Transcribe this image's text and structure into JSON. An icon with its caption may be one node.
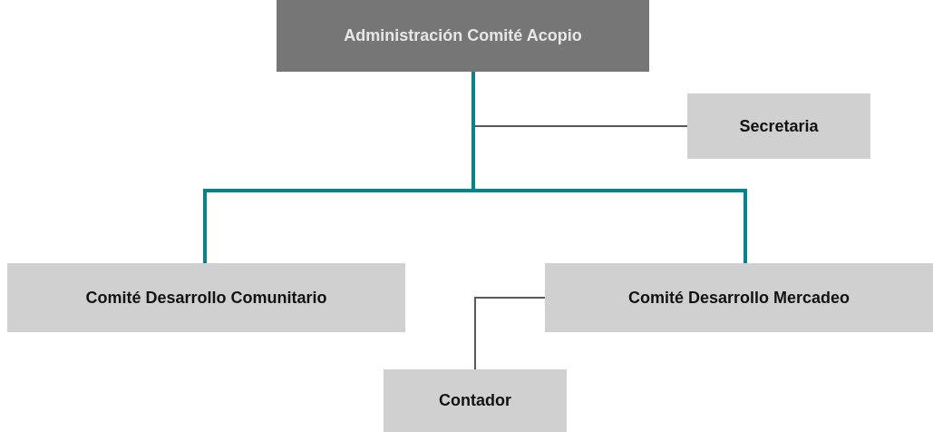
{
  "diagram": {
    "nodes": [
      {
        "text": [
          "Administración Comité Acopio"
        ]
      },
      {
        "text": [
          "Secretaria"
        ]
      },
      {
        "text": [
          "Comité Desarrollo Comunitario"
        ]
      },
      {
        "text": [
          "Comité Desarrollo Mercadeo"
        ]
      },
      {
        "text": [
          "Contador"
        ]
      }
    ],
    "edges": [
      {
        "from": 0,
        "to": 1,
        "arrow": "none",
        "color": "#595959"
      },
      {
        "from": 0,
        "to": 2,
        "arrow": "none",
        "style": "thick",
        "color": "#00868b"
      },
      {
        "from": 0,
        "to": 3,
        "arrow": "none",
        "style": "thick",
        "color": "#00868b"
      },
      {
        "from": 3,
        "to": 4,
        "arrow": "none",
        "color": "#595959"
      }
    ]
  }
}
